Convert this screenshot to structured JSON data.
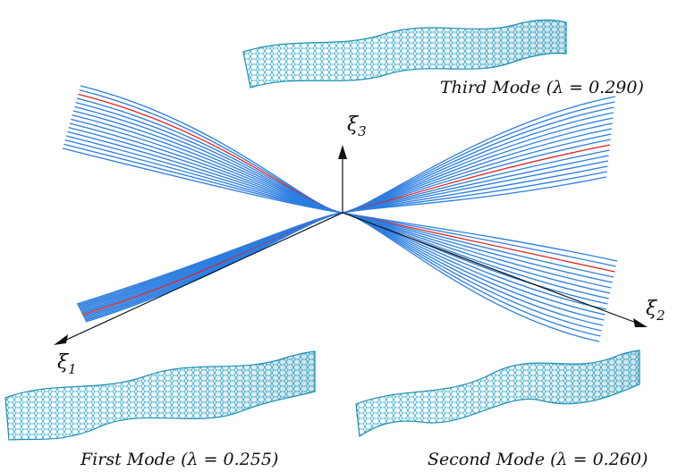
{
  "colors": {
    "path_blue": "#2a7de1",
    "path_red": "#e0221f",
    "axis": "#111111",
    "sheet_light": "#7fd3e6",
    "sheet_dark": "#1a8fb3"
  },
  "axes": {
    "xi1": {
      "symbol": "ξ",
      "sub": "1"
    },
    "xi2": {
      "symbol": "ξ",
      "sub": "2"
    },
    "xi3": {
      "symbol": "ξ",
      "sub": "3"
    }
  },
  "modes": {
    "third": {
      "label": "Third Mode (λ = 0.290)"
    },
    "first": {
      "label": "First Mode (λ = 0.255)"
    },
    "second": {
      "label": "Second Mode (λ = 0.260)"
    }
  }
}
